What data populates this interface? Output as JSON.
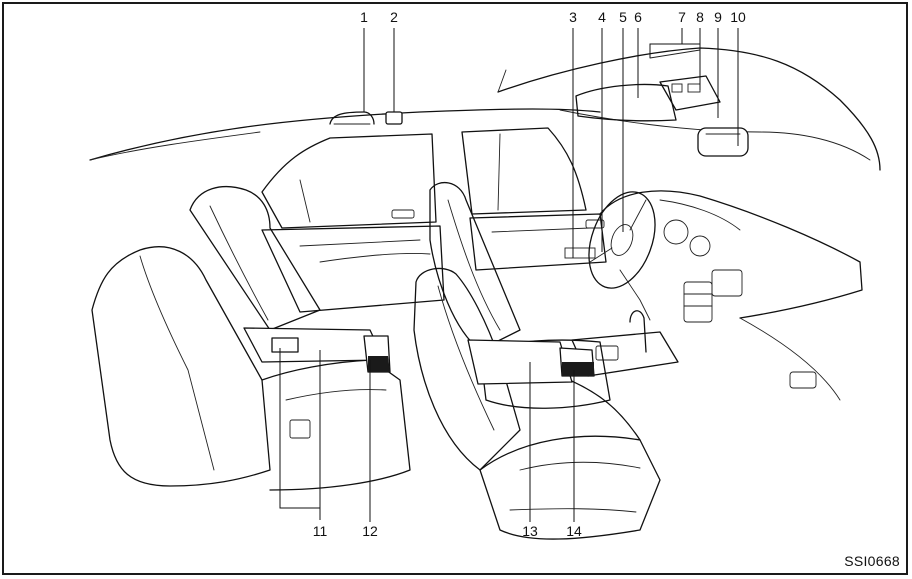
{
  "figure": {
    "code": "SSI0668",
    "callouts": [
      {
        "id": "1",
        "label": "1"
      },
      {
        "id": "2",
        "label": "2"
      },
      {
        "id": "3",
        "label": "3"
      },
      {
        "id": "4",
        "label": "4"
      },
      {
        "id": "5",
        "label": "5"
      },
      {
        "id": "6",
        "label": "6"
      },
      {
        "id": "7",
        "label": "7"
      },
      {
        "id": "8",
        "label": "8"
      },
      {
        "id": "9",
        "label": "9"
      },
      {
        "id": "10",
        "label": "10"
      },
      {
        "id": "11",
        "label": "11"
      },
      {
        "id": "12",
        "label": "12"
      },
      {
        "id": "13",
        "label": "13"
      },
      {
        "id": "14",
        "label": "14"
      }
    ]
  },
  "colors": {
    "line": "#111111",
    "background": "#ffffff"
  }
}
